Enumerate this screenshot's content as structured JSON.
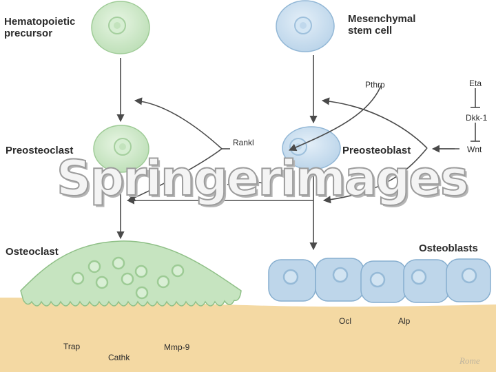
{
  "colors": {
    "osteoclast_lineage": "#c8e6c3",
    "osteoblast_lineage": "#c6dcec",
    "bone": "#f3d7a0",
    "arrow": "#4a4a4a"
  },
  "cells": {
    "hematopoietic": "Hematopoietic precursor",
    "mesenchymal": "Mesenchymal stem cell",
    "preosteoclast": "Preosteoclast",
    "preosteoblast": "Preosteoblast",
    "osteoclast": "Osteoclast",
    "osteoblasts": "Osteoblasts"
  },
  "factors": {
    "pthrp": "Pthrp",
    "rankl": "Rankl",
    "eta": "Eta",
    "dkk1": "Dkk-1",
    "wnt": "Wnt"
  },
  "markers": {
    "trap": "Trap",
    "cathk": "Cathk",
    "mmp9": "Mmp-9",
    "ocl": "Ocl",
    "alp": "Alp"
  },
  "watermark": "Springerimages",
  "credit": "Rome"
}
